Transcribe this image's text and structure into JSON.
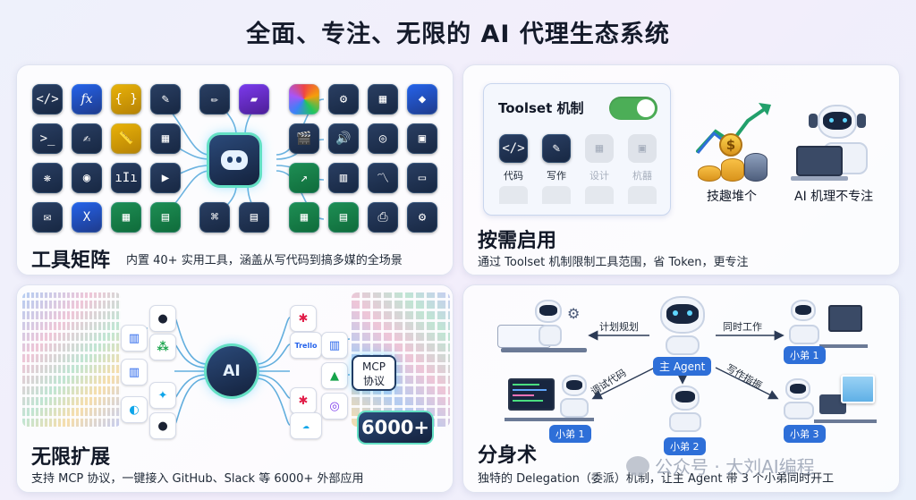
{
  "title": "全面、专注、无限的 AI 代理生态系统",
  "colors": {
    "accent_green": "#63e0c4",
    "accent_blue": "#2e6fd8",
    "toggle_green": "#4cae57"
  },
  "panel_tools": {
    "heading": "工具矩阵",
    "desc": "内置 40+ 实用工具，涵盖从写代码到搞多媒的全场景"
  },
  "panel_toolset": {
    "heading": "按需启用",
    "desc": "通过 Toolset 机制限制工具范围，省 Token，更专注",
    "card_title": "Toolset 机制",
    "toggle_on": true,
    "tools": [
      {
        "label": "代码",
        "icon": "code-icon",
        "enabled": true
      },
      {
        "label": "写作",
        "icon": "pen-icon",
        "enabled": true
      },
      {
        "label": "设计",
        "icon": "palette-icon",
        "enabled": false
      },
      {
        "label": "杭囍",
        "icon": "film-icon",
        "enabled": false
      }
    ],
    "left_caption": "技趣堆个",
    "right_caption": "AI 机理不专注"
  },
  "panel_mcp": {
    "heading": "无限扩展",
    "desc": "支持 MCP 协议，一键接入 GitHub、Slack 等 6000+ 外部应用",
    "badge_line1": "MCP",
    "badge_line2": "协议",
    "count_badge": "6000+",
    "trello_label": "Trello",
    "hub_label": "AI"
  },
  "panel_delegation": {
    "heading": "分身术",
    "desc": "独特的 Delegation（委派）机制，让主 Agent 带 3 个小弟同时开工",
    "main_agent": "主 Agent",
    "task_plan": "计划规划",
    "task_parallel": "同时工作",
    "task_debug": "调试代码",
    "task_write": "写作指振",
    "sub1_top": "小弟 1",
    "sub1_bottom": "小弟 1",
    "sub2": "小弟 2",
    "sub3": "小弟 3"
  },
  "watermark": "公众号 · 大刘AI编程"
}
